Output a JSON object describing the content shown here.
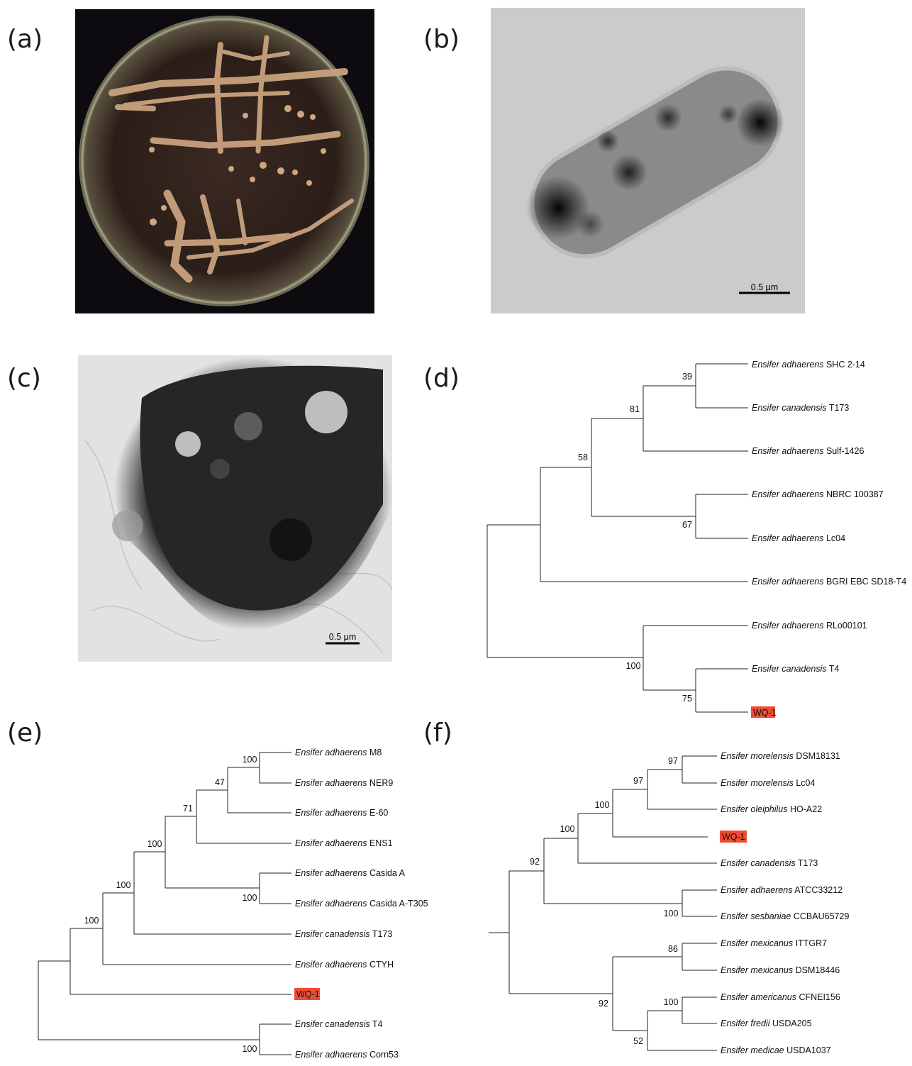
{
  "figure": {
    "panels": {
      "a": {
        "label": "(a)"
      },
      "b": {
        "label": "(b)",
        "scale_bar": "0.5 μm"
      },
      "c": {
        "label": "(c)",
        "scale_bar": "0.5 μm"
      },
      "d": {
        "label": "(d)",
        "leaves": [
          {
            "genus": "Ensifer",
            "species": "adhaerens",
            "strain": "SHC 2-14"
          },
          {
            "genus": "Ensifer",
            "species": "canadensis",
            "strain": "T173"
          },
          {
            "genus": "Ensifer",
            "species": "adhaerens",
            "strain": "Sulf-1426"
          },
          {
            "genus": "Ensifer",
            "species": "adhaerens",
            "strain": "NBRC 100387"
          },
          {
            "genus": "Ensifer",
            "species": "adhaerens",
            "strain": "Lc04"
          },
          {
            "genus": "Ensifer",
            "species": "adhaerens",
            "strain": "BGRI EBC SD18-T4"
          },
          {
            "genus": "Ensifer",
            "species": "adhaerens",
            "strain": "RLo00101"
          },
          {
            "genus": "Ensifer",
            "species": "canadensis",
            "strain": "T4"
          },
          {
            "plain": "WQ-1",
            "highlight": true
          }
        ],
        "bootstrap": [
          "39",
          "81",
          "58",
          "67",
          "100",
          "75"
        ]
      },
      "e": {
        "label": "(e)",
        "leaves": [
          {
            "genus": "Ensifer",
            "species": "adhaerens",
            "strain": "M8"
          },
          {
            "genus": "Ensifer",
            "species": "adhaerens",
            "strain": "NER9"
          },
          {
            "genus": "Ensifer",
            "species": "adhaerens",
            "strain": "E-60"
          },
          {
            "genus": "Ensifer",
            "species": "adhaerens",
            "strain": "ENS1"
          },
          {
            "genus": "Ensifer",
            "species": "adhaerens",
            "strain": "Casida A"
          },
          {
            "genus": "Ensifer",
            "species": "adhaerens",
            "strain": "Casida A-T305"
          },
          {
            "genus": "Ensifer",
            "species": "canadensis",
            "strain": "T173"
          },
          {
            "genus": "Ensifer",
            "species": "adhaerens",
            "strain": "CTYH"
          },
          {
            "plain": "WQ-1",
            "highlight": true
          },
          {
            "genus": "Ensifer",
            "species": "canadensis",
            "strain": "T4"
          },
          {
            "genus": "Ensifer",
            "species": "adhaerens",
            "strain": "Corn53"
          }
        ],
        "bootstrap": [
          "100",
          "47",
          "71",
          "100",
          "100",
          "100",
          "100",
          "100"
        ]
      },
      "f": {
        "label": "(f)",
        "leaves": [
          {
            "genus": "Ensifer",
            "species": "morelensis",
            "strain": "DSM18131"
          },
          {
            "genus": "Ensifer",
            "species": "morelensis",
            "strain": "Lc04"
          },
          {
            "genus": "Ensifer",
            "species": "oleiphilus",
            "strain": "HO-A22"
          },
          {
            "plain": "WQ-1",
            "highlight": true
          },
          {
            "genus": "Ensifer",
            "species": "canadensis",
            "strain": "T173"
          },
          {
            "genus": "Ensifer",
            "species": "adhaerens",
            "strain": "ATCC33212"
          },
          {
            "genus": "Ensifer",
            "species": "sesbaniae",
            "strain": "CCBAU65729"
          },
          {
            "genus": "Ensifer",
            "species": "mexicanus",
            "strain": "ITTGR7"
          },
          {
            "genus": "Ensifer",
            "species": "mexicanus",
            "strain": "DSM18446"
          },
          {
            "genus": "Ensifer",
            "species": "americanus",
            "strain": "CFNEI156"
          },
          {
            "genus": "Ensifer",
            "species": "fredii",
            "strain": "USDA205"
          },
          {
            "genus": "Ensifer",
            "species": "medicae",
            "strain": "USDA1037"
          }
        ],
        "bootstrap": [
          "97",
          "97",
          "100",
          "100",
          "92",
          "100",
          "86",
          "100",
          "92",
          "52"
        ]
      }
    },
    "colors": {
      "highlight": "#ef4b32",
      "branch": "#222222"
    }
  }
}
